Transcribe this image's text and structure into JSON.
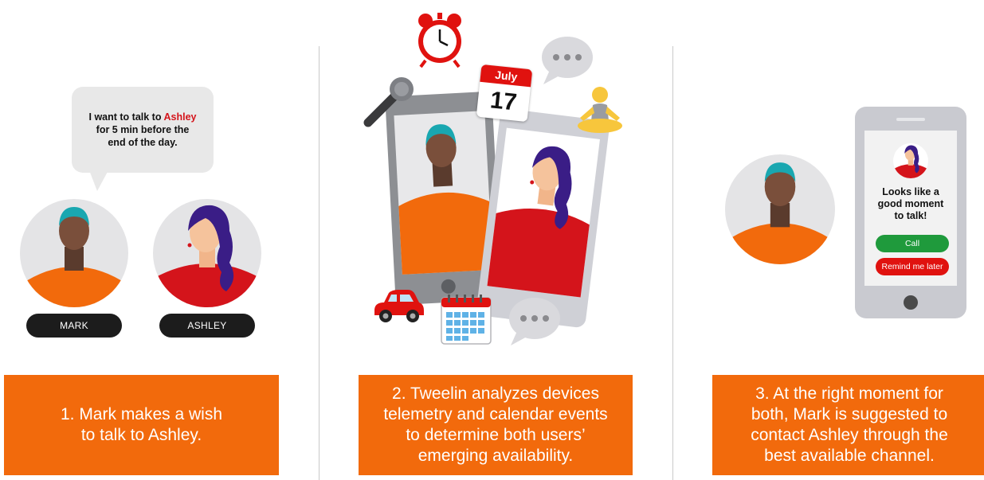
{
  "panel1": {
    "speech_line1_prefix": "I want to talk to ",
    "speech_highlight_name": "Ashley",
    "speech_line2": "for 5 min before the",
    "speech_line3": "end of the day.",
    "label_left": "MARK",
    "label_right": "ASHLEY",
    "caption_line1": "1. Mark makes a wish",
    "caption_line2": "to talk to Ashley."
  },
  "panel2": {
    "calendar_month": "July",
    "calendar_day": "17",
    "caption_line1": "2. Tweelin analyzes devices",
    "caption_line2": "telemetry and calendar events",
    "caption_line3": "to determine both users’",
    "caption_line4": "emerging availability."
  },
  "panel3": {
    "phone_message_line1": "Looks like a",
    "phone_message_line2": "good moment",
    "phone_message_line3": "to talk!",
    "call_label": "Call",
    "remind_label": "Remind me later",
    "caption_line1": "3. At the right moment for",
    "caption_line2": "both, Mark is suggested to",
    "caption_line3": "contact Ashley through the",
    "caption_line4": "best available channel."
  },
  "colors": {
    "brand_orange": "#f26a0c",
    "highlight_red": "#d4141b",
    "call_green": "#1f9a3c",
    "remind_red": "#e0120f",
    "teal_hair": "#19a7b0",
    "purple_hair": "#3a1d86"
  },
  "icons": [
    "alarm-clock-icon",
    "chat-bubble-icon",
    "microphone-icon",
    "calendar-icon",
    "meditation-icon",
    "car-icon"
  ]
}
